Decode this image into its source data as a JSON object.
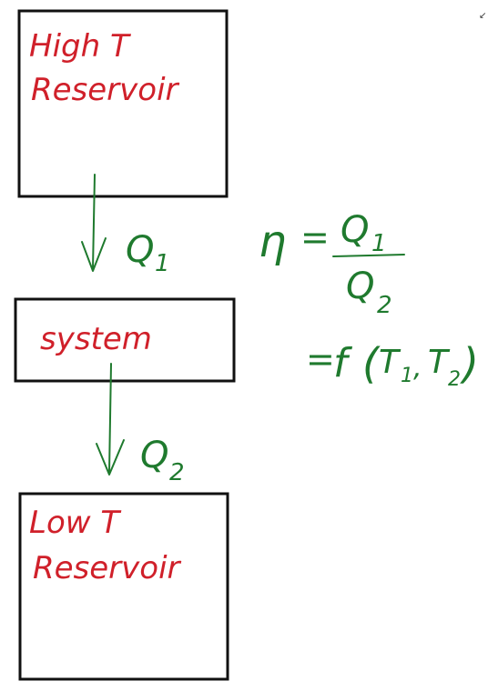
{
  "diagram": {
    "high_reservoir": {
      "line1": "High T",
      "line2": "Reservoir"
    },
    "system": {
      "label": "system"
    },
    "low_reservoir": {
      "line1": "Low T",
      "line2": "Reservoir"
    },
    "flow_in": {
      "label": "Q",
      "subscript": "1"
    },
    "flow_out": {
      "label": "Q",
      "subscript": "2"
    },
    "corner_mark": "↙"
  },
  "equation": {
    "symbol": "η",
    "equals": "=",
    "numerator": {
      "label": "Q",
      "subscript": "1"
    },
    "denominator": {
      "label": "Q",
      "subscript": "2"
    },
    "second_line": {
      "equals": "=",
      "func": "f",
      "open": "(",
      "t1": "T",
      "t1_sub": "1",
      "sep": ",",
      "t2": "T",
      "t2_sub": "2",
      "close": ")"
    }
  },
  "colors": {
    "red_ink": "#d0202a",
    "green_ink": "#1f7a2e",
    "box_ink": "#111111"
  }
}
